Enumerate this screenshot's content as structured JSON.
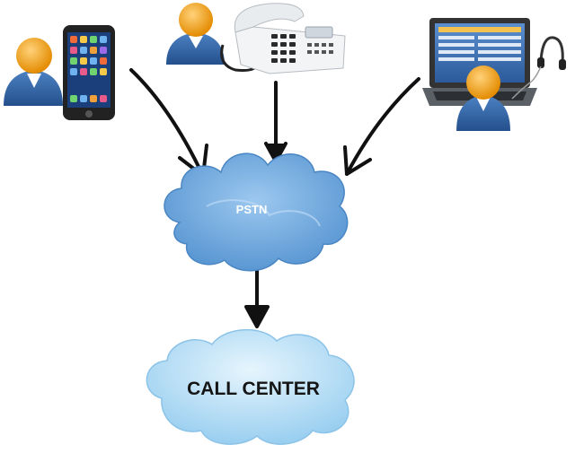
{
  "diagram": {
    "nodes": {
      "mobile_user": {
        "icon": "person-with-smartphone-icon"
      },
      "desk_phone_user": {
        "icon": "person-with-desk-phone-icon"
      },
      "laptop_agent": {
        "icon": "laptop-with-headset-person-icon"
      },
      "pstn": {
        "label": "PSTN",
        "icon": "cloud-icon"
      },
      "call_center": {
        "label": "CALL CENTER",
        "icon": "cloud-icon"
      }
    },
    "edges": [
      {
        "from": "mobile_user",
        "to": "pstn"
      },
      {
        "from": "desk_phone_user",
        "to": "pstn"
      },
      {
        "from": "laptop_agent",
        "to": "pstn"
      },
      {
        "from": "pstn",
        "to": "call_center"
      }
    ]
  },
  "colors": {
    "person_body": "#2f5f9e",
    "person_head": "#f0a11b",
    "cloud_pstn": "#6ea9dd",
    "cloud_call_center": "#a9d6f2",
    "arrow": "#111111"
  }
}
